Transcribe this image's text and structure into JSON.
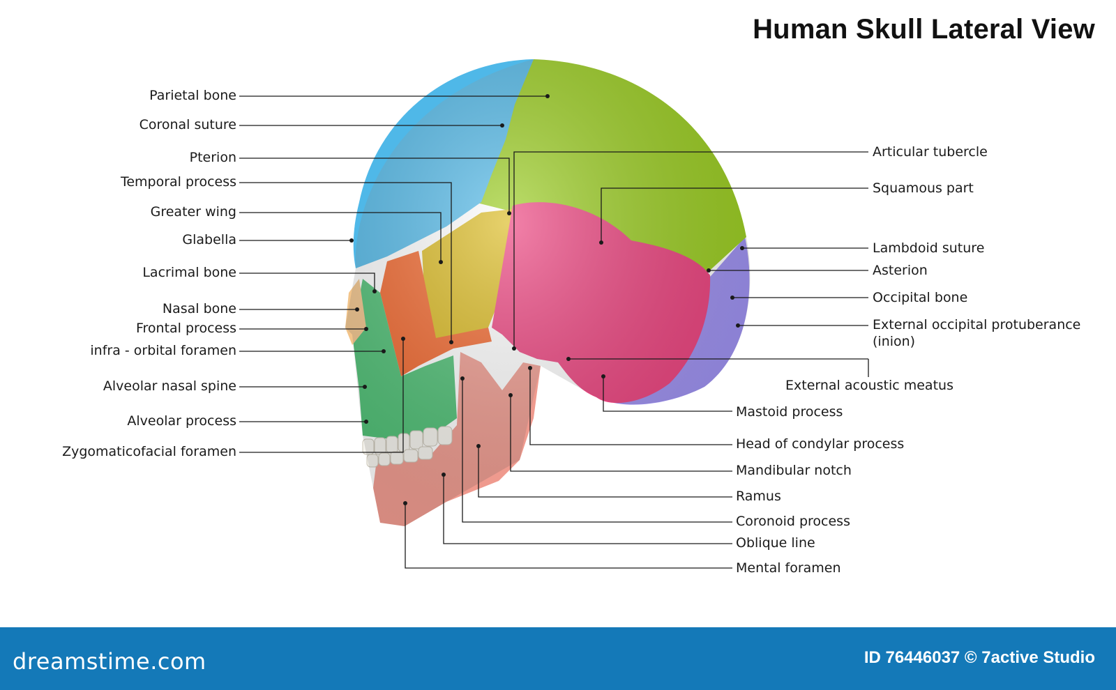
{
  "title": "Human Skull Lateral View",
  "labels_left": [
    "Parietal bone",
    "Coronal suture",
    "Pterion",
    "Temporal process",
    "Greater wing",
    "Glabella",
    "Lacrimal bone",
    "Nasal bone",
    "Frontal process",
    "infra - orbital foramen",
    "Alveolar nasal spine",
    "Alveolar process",
    "Zygomaticofacial foramen"
  ],
  "labels_right": [
    "Articular tubercle",
    "Squamous part",
    "Lambdoid suture",
    "Asterion",
    "Occipital bone",
    "External occipital protuberance",
    "(inion)",
    "External acoustic meatus",
    "Mastoid process",
    "Head of condylar process",
    "Mandibular notch",
    "Ramus",
    "Coronoid process",
    "Oblique line",
    "Mental foramen"
  ],
  "footer": {
    "brand": "dreamstime.com",
    "credit": "ID 76446037 © 7active Studio"
  },
  "colors": {
    "parietal": "#9acd1e",
    "frontal": "#4fb8e8",
    "temporal": "#ec3f7c",
    "occipital": "#9c8ff0",
    "sphenoid": "#d9b81c",
    "zygomatic": "#f2652a",
    "maxilla": "#4cbf73",
    "mandible": "#ef9a8e",
    "footer": "#1479b8"
  }
}
